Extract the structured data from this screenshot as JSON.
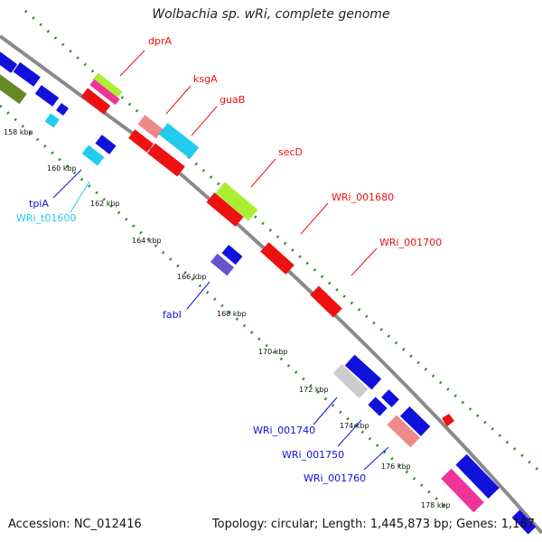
{
  "title": "Wolbachia sp. wRi, complete genome",
  "footer": {
    "accession": "Accession: NC_012416",
    "topology": "Topology: circular; Length: 1,445,873 bp; Genes: 1,187"
  },
  "colors": {
    "backbone": "#8a8a8a",
    "tick": "#2d8a2d",
    "red": "#ee1111",
    "blue": "#1111dd",
    "cyan": "#22ccee",
    "salmon": "#f08a8a",
    "lime": "#aaee33",
    "magenta": "#ee3399",
    "olive": "#668822",
    "violet": "#6655cc",
    "gray": "#cccccc"
  },
  "scale_labels": [
    "158 kbp",
    "160 kbp",
    "162 kbp",
    "164 kbp",
    "166 kbp",
    "168 kbp",
    "170 kbp",
    "172 kbp",
    "174 kbp",
    "176 kbp",
    "178 kbp"
  ],
  "gene_labels": {
    "top": [
      "dprA",
      "ksgA",
      "guaB",
      "secD",
      "WRi_001680",
      "WRi_001700"
    ],
    "bottom": [
      "tpiA",
      "WRi_t01600",
      "fabI",
      "WRi_001740",
      "WRi_001750",
      "WRi_001760"
    ]
  }
}
